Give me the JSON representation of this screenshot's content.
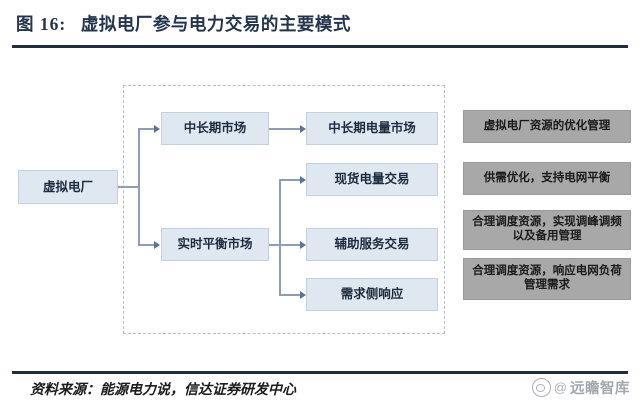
{
  "header": {
    "figure_number": "图 16:",
    "title": "虚拟电厂参与电力交易的主要模式"
  },
  "diagram": {
    "root": {
      "label": "虚拟电厂"
    },
    "markets": [
      {
        "label": "中长期市场"
      },
      {
        "label": "实时平衡市场"
      }
    ],
    "transactions": [
      {
        "label": "中长期电量市场"
      },
      {
        "label": "现货电量交易"
      },
      {
        "label": "辅助服务交易"
      },
      {
        "label": "需求侧响应"
      }
    ],
    "outcomes": [
      {
        "label": "虚拟电厂资源的优化管理"
      },
      {
        "label": "供需优化，支持电网平衡"
      },
      {
        "label": "合理调度资源，实现调峰调频以及备用管理"
      },
      {
        "label": "合理调度资源，响应电网负荷管理需求"
      }
    ],
    "colors": {
      "node_blue_fill": "#dfe7f1",
      "node_blue_border": "#c3d0e0",
      "node_gray_fill": "#a8a8a8",
      "connector": "#8e9cb5",
      "dashed_border": "#b9bcc4",
      "title_color": "#23354e",
      "rule_color": "#1f2d3d"
    }
  },
  "footer": {
    "source": "资料来源：能源电力说，信达证券研发中心",
    "watermark": {
      "at": "@",
      "text": "远瞻智库"
    }
  }
}
